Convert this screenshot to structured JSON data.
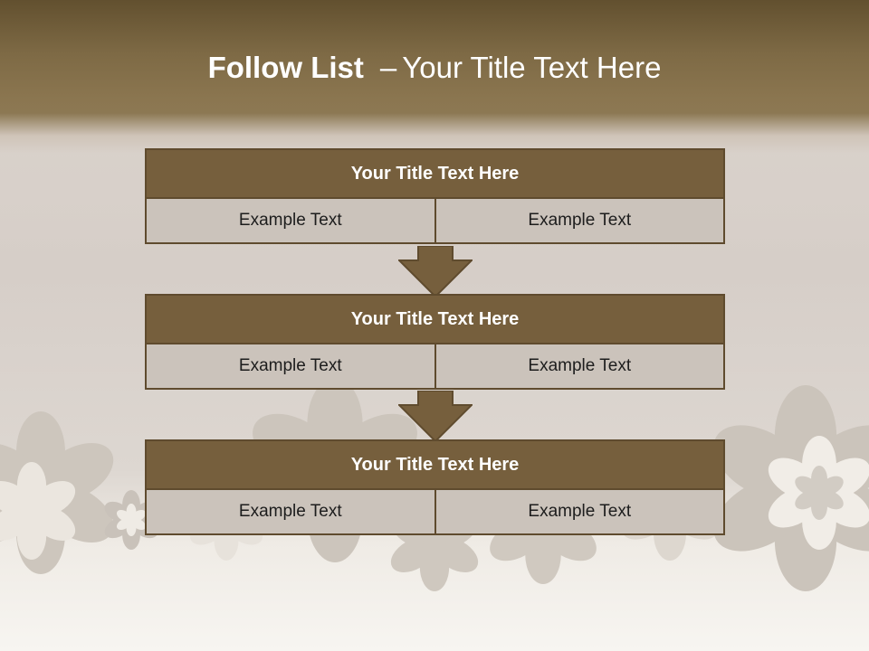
{
  "slide": {
    "title_bold": "Follow List",
    "title_dash": "–",
    "title_rest": "Your Title Text Here"
  },
  "blocks": [
    {
      "title": "Your Title Text Here",
      "left": "Example Text",
      "right": "Example Text"
    },
    {
      "title": "Your Title Text Here",
      "left": "Example Text",
      "right": "Example Text"
    },
    {
      "title": "Your Title Text Here",
      "left": "Example Text",
      "right": "Example Text"
    }
  ],
  "colors": {
    "header_band": "#7e6a45",
    "block_header": "#765f3d",
    "block_cell": "#cbc3bb",
    "border": "#5f4b2e"
  }
}
